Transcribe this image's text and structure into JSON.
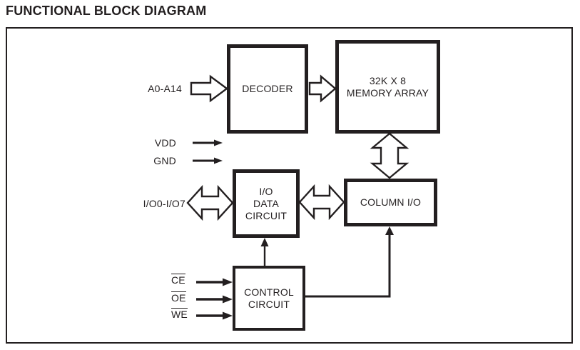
{
  "title": "FUNCTIONAL BLOCK DIAGRAM",
  "blocks": {
    "decoder": {
      "lines": [
        "DECODER"
      ]
    },
    "memory_array": {
      "lines": [
        "32K X 8",
        "MEMORY ARRAY"
      ]
    },
    "io_data_circuit": {
      "lines": [
        "I/O",
        "DATA",
        "CIRCUIT"
      ]
    },
    "column_io": {
      "lines": [
        "COLUMN I/O"
      ]
    },
    "control_circuit": {
      "lines": [
        "CONTROL",
        "CIRCUIT"
      ]
    }
  },
  "signals": {
    "address_bus": "A0-A14",
    "power": "VDD",
    "ground": "GND",
    "io_bus": "I/O0-I/O7",
    "chip_enable": "CE",
    "output_enable": "OE",
    "write_enable": "WE"
  },
  "colors": {
    "ink": "#231f20",
    "background": "#ffffff"
  }
}
